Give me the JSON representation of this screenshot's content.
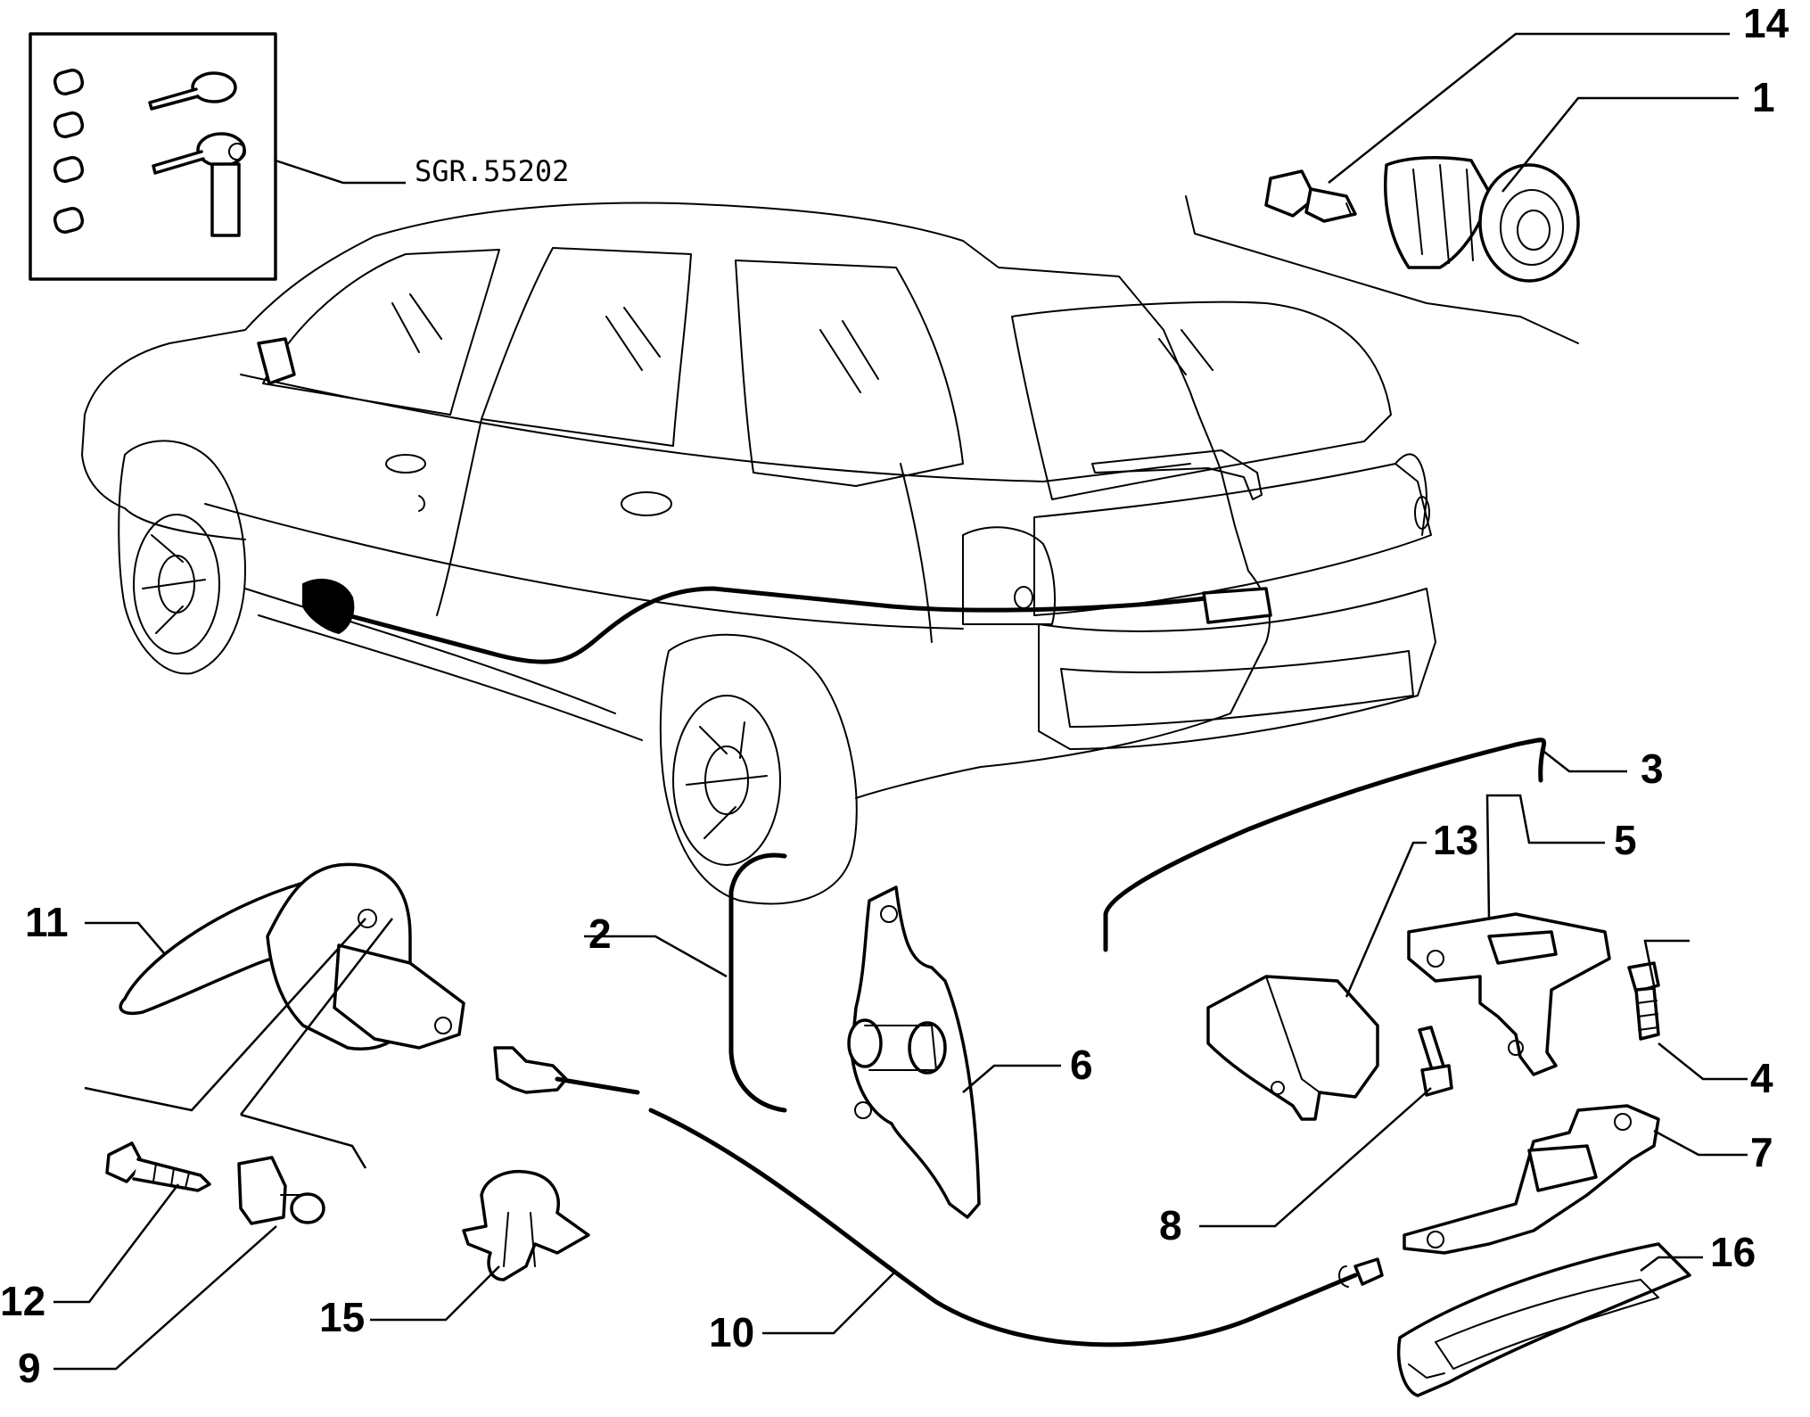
{
  "kit_label": "SGR.55202",
  "callouts": [
    "1",
    "2",
    "3",
    "4",
    "5",
    "6",
    "7",
    "8",
    "9",
    "10",
    "11",
    "12",
    "13",
    "14",
    "15",
    "16"
  ]
}
